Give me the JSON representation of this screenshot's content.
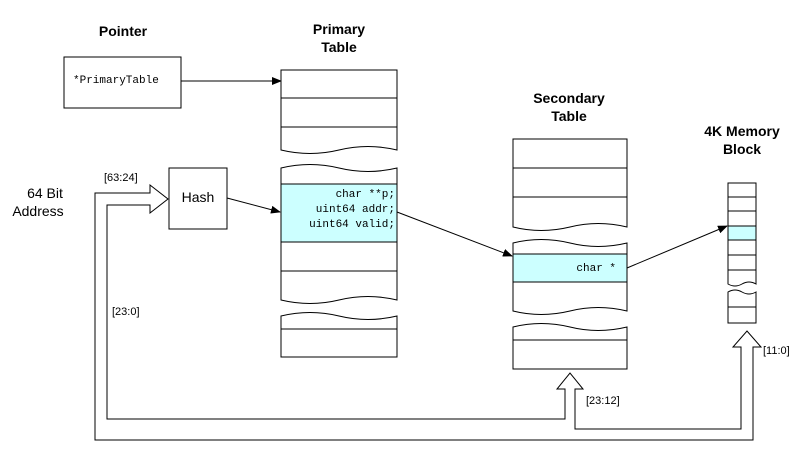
{
  "labels": {
    "pointer_heading": "Pointer",
    "primary_heading": [
      "Primary",
      "Table"
    ],
    "secondary_heading": [
      "Secondary",
      "Table"
    ],
    "memory_heading": [
      "4K Memory",
      "Block"
    ],
    "address_label": [
      "64 Bit",
      "Address"
    ],
    "hash_label": "Hash",
    "pointer_value": "*PrimaryTable",
    "bits_high": "[63:24]",
    "bits_low": "[23:0]",
    "bits_mid": "[23:12]",
    "bits_offset": "[11:0]"
  },
  "primary_entry": [
    "char **p;",
    "uint64 addr;",
    "uint64 valid;"
  ],
  "secondary_entry": "char *",
  "colors": {
    "highlight": "#ccffff",
    "stroke": "#000000"
  }
}
